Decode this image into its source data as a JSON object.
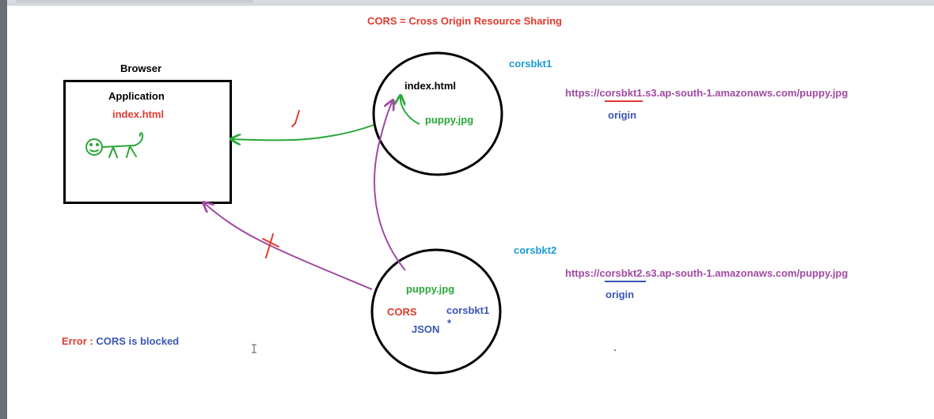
{
  "title": "CORS = Cross Origin Resource Sharing",
  "browser": {
    "label": "Browser",
    "app_label": "Application",
    "index_label": "index.html"
  },
  "bucket1": {
    "name": "corsbkt1",
    "index_label": "index.html",
    "puppy_label": "puppy.jpg",
    "url": "https://corsbkt1.s3.ap-south-1.amazonaws.com/puppy.jpg",
    "origin_label": "origin"
  },
  "bucket2": {
    "name": "corsbkt2",
    "puppy_label": "puppy.jpg",
    "cors_label": "CORS",
    "json_label": "JSON",
    "allowed_origin": "corsbkt1",
    "wildcard": "*",
    "url": "https://corsbkt2.s3.ap-south-1.amazonaws.com/puppy.jpg",
    "origin_label": "origin"
  },
  "error": {
    "prefix": "Error :",
    "message": "CORS is blocked"
  },
  "colors": {
    "red": "#e03a2e",
    "green": "#2aa63a",
    "purple": "#a04aa2",
    "blue": "#3a56b4",
    "cyan": "#1b9bd4",
    "black": "#000000"
  }
}
